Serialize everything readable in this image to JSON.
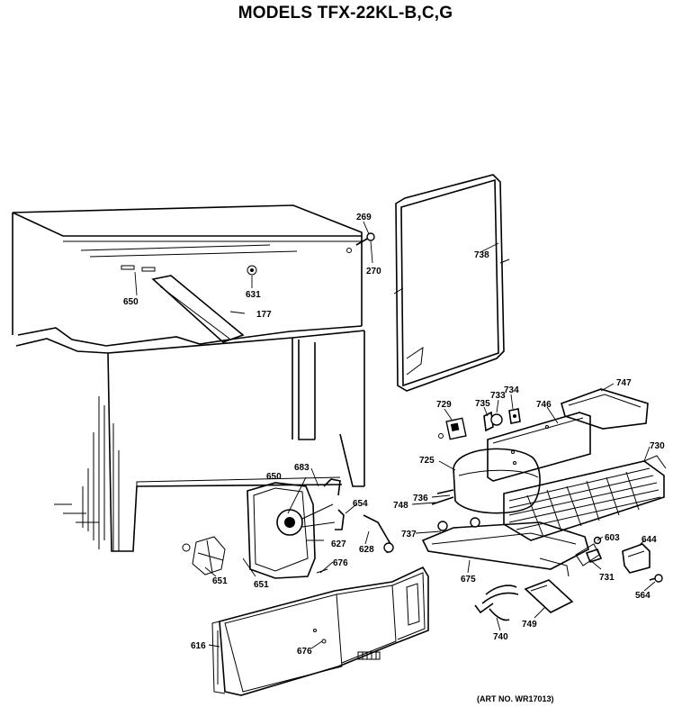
{
  "header": {
    "title": "MODELS TFX-22KL-B,C,G"
  },
  "footer": {
    "art_number": "(ART NO. WR17013)"
  },
  "part_callouts": {
    "p269": "269",
    "p270": "270",
    "p738": "738",
    "p650a": "650",
    "p631": "631",
    "p177": "177",
    "p729": "729",
    "p735": "735",
    "p733": "733",
    "p734": "734",
    "p746": "746",
    "p747": "747",
    "p730": "730",
    "p725": "725",
    "p683": "683",
    "p650b": "650",
    "p654": "654",
    "p748": "748",
    "p736": "736",
    "p737": "737",
    "p627": "627",
    "p628": "628",
    "p676a": "676",
    "p675": "675",
    "p603": "603",
    "p644": "644",
    "p731": "731",
    "p564": "564",
    "p651a": "651",
    "p651b": "651",
    "p749": "749",
    "p740": "740",
    "p616": "616",
    "p676b": "676"
  }
}
